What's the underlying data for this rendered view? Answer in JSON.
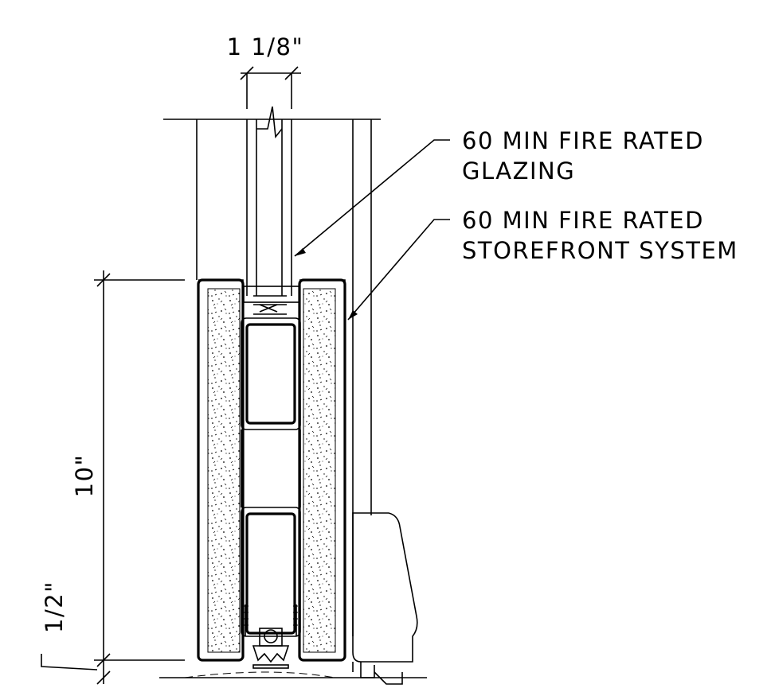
{
  "dimensions": {
    "glass_thickness": "1 1/8\"",
    "sill_height": "10\"",
    "bottom_gap": "1/2\""
  },
  "callouts": {
    "glazing_line1": "60 MIN FIRE RATED",
    "glazing_line2": "GLAZING",
    "system_line1": "60 MIN FIRE RATED",
    "system_line2": "STOREFRONT SYSTEM"
  }
}
